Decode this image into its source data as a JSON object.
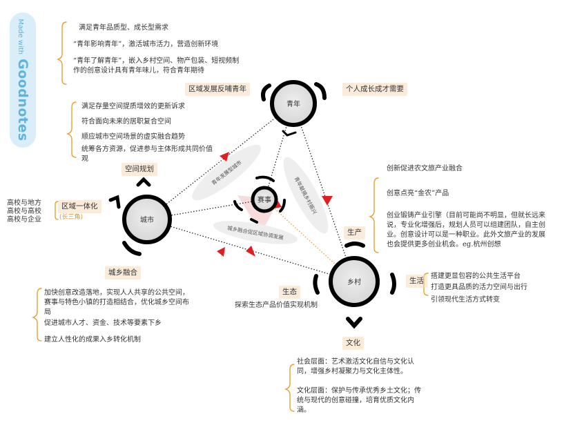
{
  "badge": {
    "small": "Made with",
    "brand": "Goodnotes"
  },
  "nodes": {
    "youth": "青年",
    "city": "城市",
    "village": "乡村",
    "center": "赛事"
  },
  "arc_labels": {
    "left": "青年发展型城市",
    "right": "青年献搞乡村振兴",
    "bottom": "城乡融合促区域协调发展"
  },
  "youth_top": [
    "满足青年品质型、成长型需求",
    "“青年影响青年”，激活城市活力，营造创新环境",
    "“青年了解青年”，嵌入乡村空间、物产包装、短视频制作的创意设计具有青年味儿，符合青年期待"
  ],
  "youth_left_tag": "区域发展反哺青年",
  "youth_right_tag": "个人成长成才需要",
  "space_list": [
    "满足存量空间提质增效的更新诉求",
    "符合面向未来的居职复合空间",
    "顺应城市空间场景的虚实融合趋势",
    "统筹各方资源，促进参与主体形成共同价值观"
  ],
  "space_tag": "空间规划",
  "region_tag": "区域一体化",
  "region_sub": "(长三角)",
  "region_list": [
    "高校与地方",
    "高校与高校",
    "高校与企业"
  ],
  "urban_rural_tag": "城乡融合",
  "urban_rural_list": [
    "加快创意改造落地，实现人人共享的公共空间，赛事与特色小镇的打造相结合，优化城乡空间布局",
    "促进城市人才、资金、技术等要素下乡",
    "建立人性化的成果入乡转化机制"
  ],
  "industry_list": [
    "创新促进农文旅产业融合",
    "创意点亮“金农”产品",
    "创业锻铸产业引擎（目前可能尚不明显，但就长远来说，专业化增强后，规划人员可以组建团队，自主创业。创意设计可以是一种职业。此外文旅产业的发展也会提供更多创业机会。eg.杭州创想"
  ],
  "production_tag": "生产",
  "life_tag": "生活",
  "life_list": [
    "搭建更显包容的公共生活平台",
    "打造更具品质的活力空间与出行",
    "引领现代生活方式转变"
  ],
  "eco_tag": "生态",
  "eco_text": "探索生态产品价值实现机制",
  "culture_tag": "文化",
  "culture_list": [
    "社会层面：艺术激活文化自信与文化认同，增强乡村凝聚力与文化主体性。",
    "文化层面：保护与传承优秀乡土文化；传统与现代的创意碰撞，培育优质文化内涵。"
  ],
  "colors": {
    "accent_red": "#e02020",
    "highlight": "#f8dabe",
    "badge_bg": "#d9eef8",
    "badge_text": "#5fb3dd"
  }
}
